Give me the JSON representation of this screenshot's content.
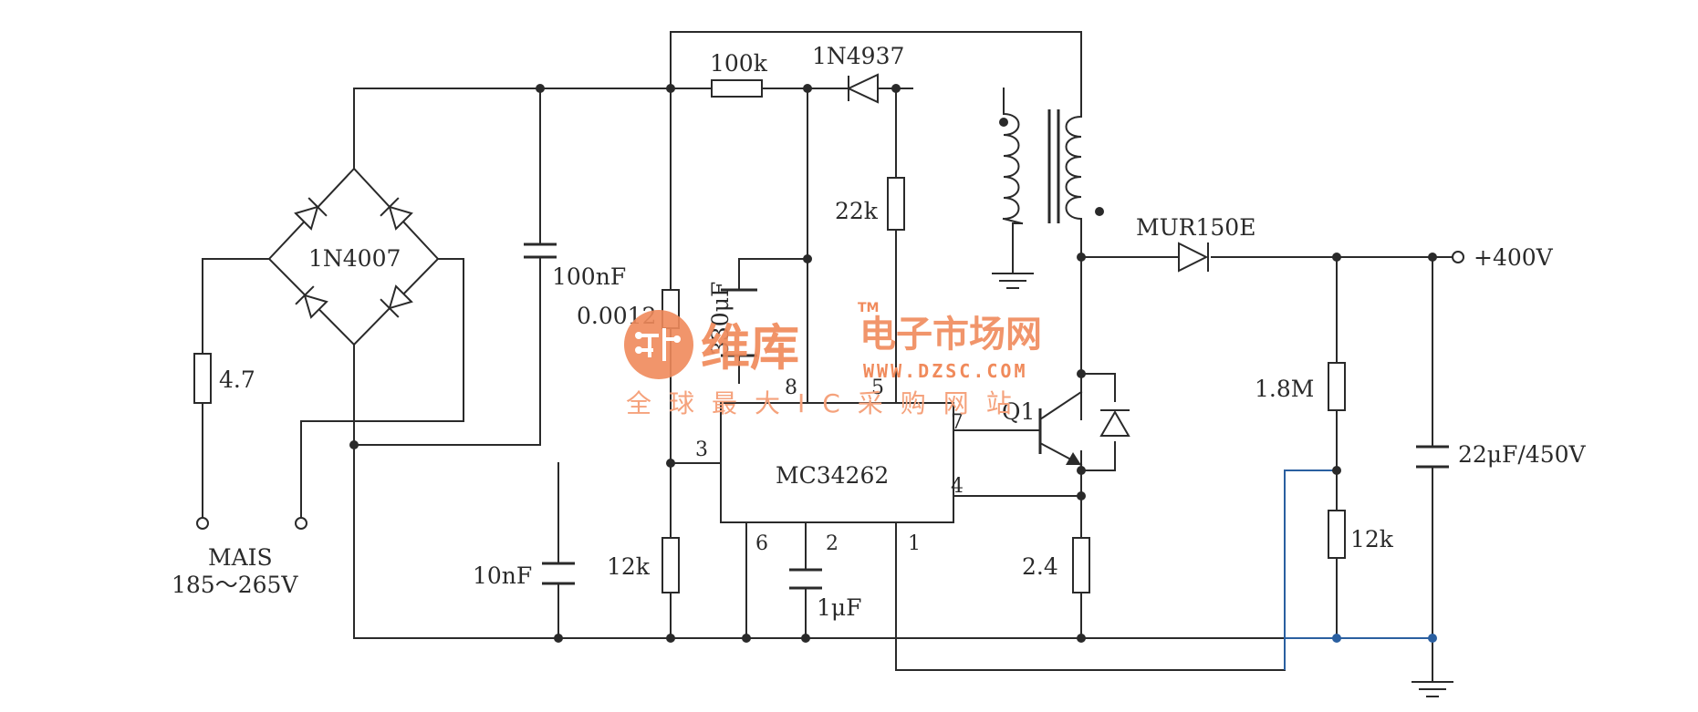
{
  "labels": {
    "r_top": "100k",
    "d_top": "1N4937",
    "bridge": "1N4007",
    "c_input": "100nF",
    "r_in": "4.7",
    "mains_line1": "MAIS",
    "mains_line2": "185～265V",
    "r_sense": "0.0012",
    "c_330": "330μF",
    "r_22k": "22k",
    "ic": "MC34262",
    "d_out": "MUR150E",
    "vout": "+400V",
    "r_18m": "1.8M",
    "c_out": "22μF/450V",
    "r_12k_right": "12k",
    "c_10nf": "10nF",
    "r_12k_left": "12k",
    "c_1uf": "1μF",
    "r_24": "2.4",
    "transistor": "Q1"
  },
  "pins": {
    "p8": "8",
    "p5": "5",
    "p7": "7",
    "p3": "3",
    "p4": "4",
    "p6": "6",
    "p2": "2",
    "p1": "1"
  },
  "watermark": {
    "name": "维库",
    "subtitle_cn": "电子市场网",
    "trademark": "TM",
    "url": "WWW.DZSC.COM",
    "slogan": "全球最大IC采购网站"
  },
  "colors": {
    "wire": "#2a2a2a",
    "wire_highlight": "#2a5fa0",
    "watermark": "#f08a5b"
  }
}
